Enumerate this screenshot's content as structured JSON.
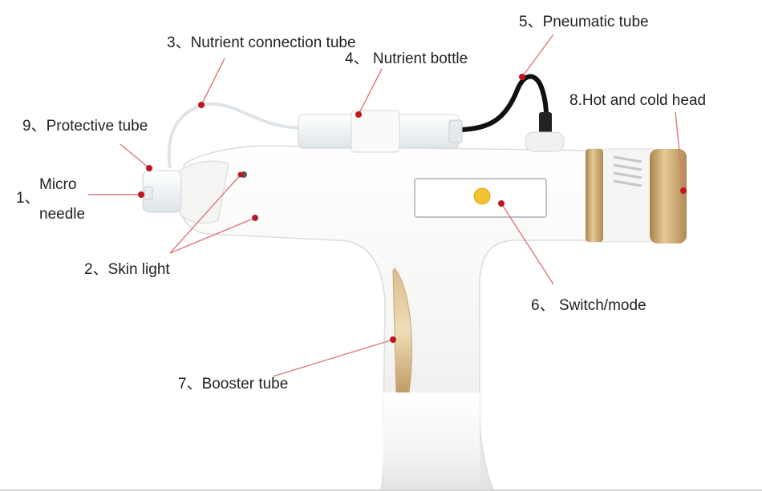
{
  "labels": {
    "micro_needle_num": "1、",
    "micro_needle_line1": "Micro",
    "micro_needle_line2": "needle",
    "skin_light": "2、Skin light",
    "nutrient_connection_tube": "3、Nutrient connection tube",
    "nutrient_bottle": "4、 Nutrient bottle",
    "pneumatic_tube": "5、Pneumatic tube",
    "switch_mode": "6、 Switch/mode",
    "booster_tube": "7、Booster tube",
    "hot_cold_head": "8.Hot and cold head",
    "protective_tube": "9、Protective tube"
  },
  "colors": {
    "leader_line": "#d97a7a",
    "marker_dot": "#c0161f",
    "body_white": "#f7f7f5",
    "gold": "#c9a36a",
    "switch_yellow": "#f2c230",
    "tube_black": "#111111"
  }
}
